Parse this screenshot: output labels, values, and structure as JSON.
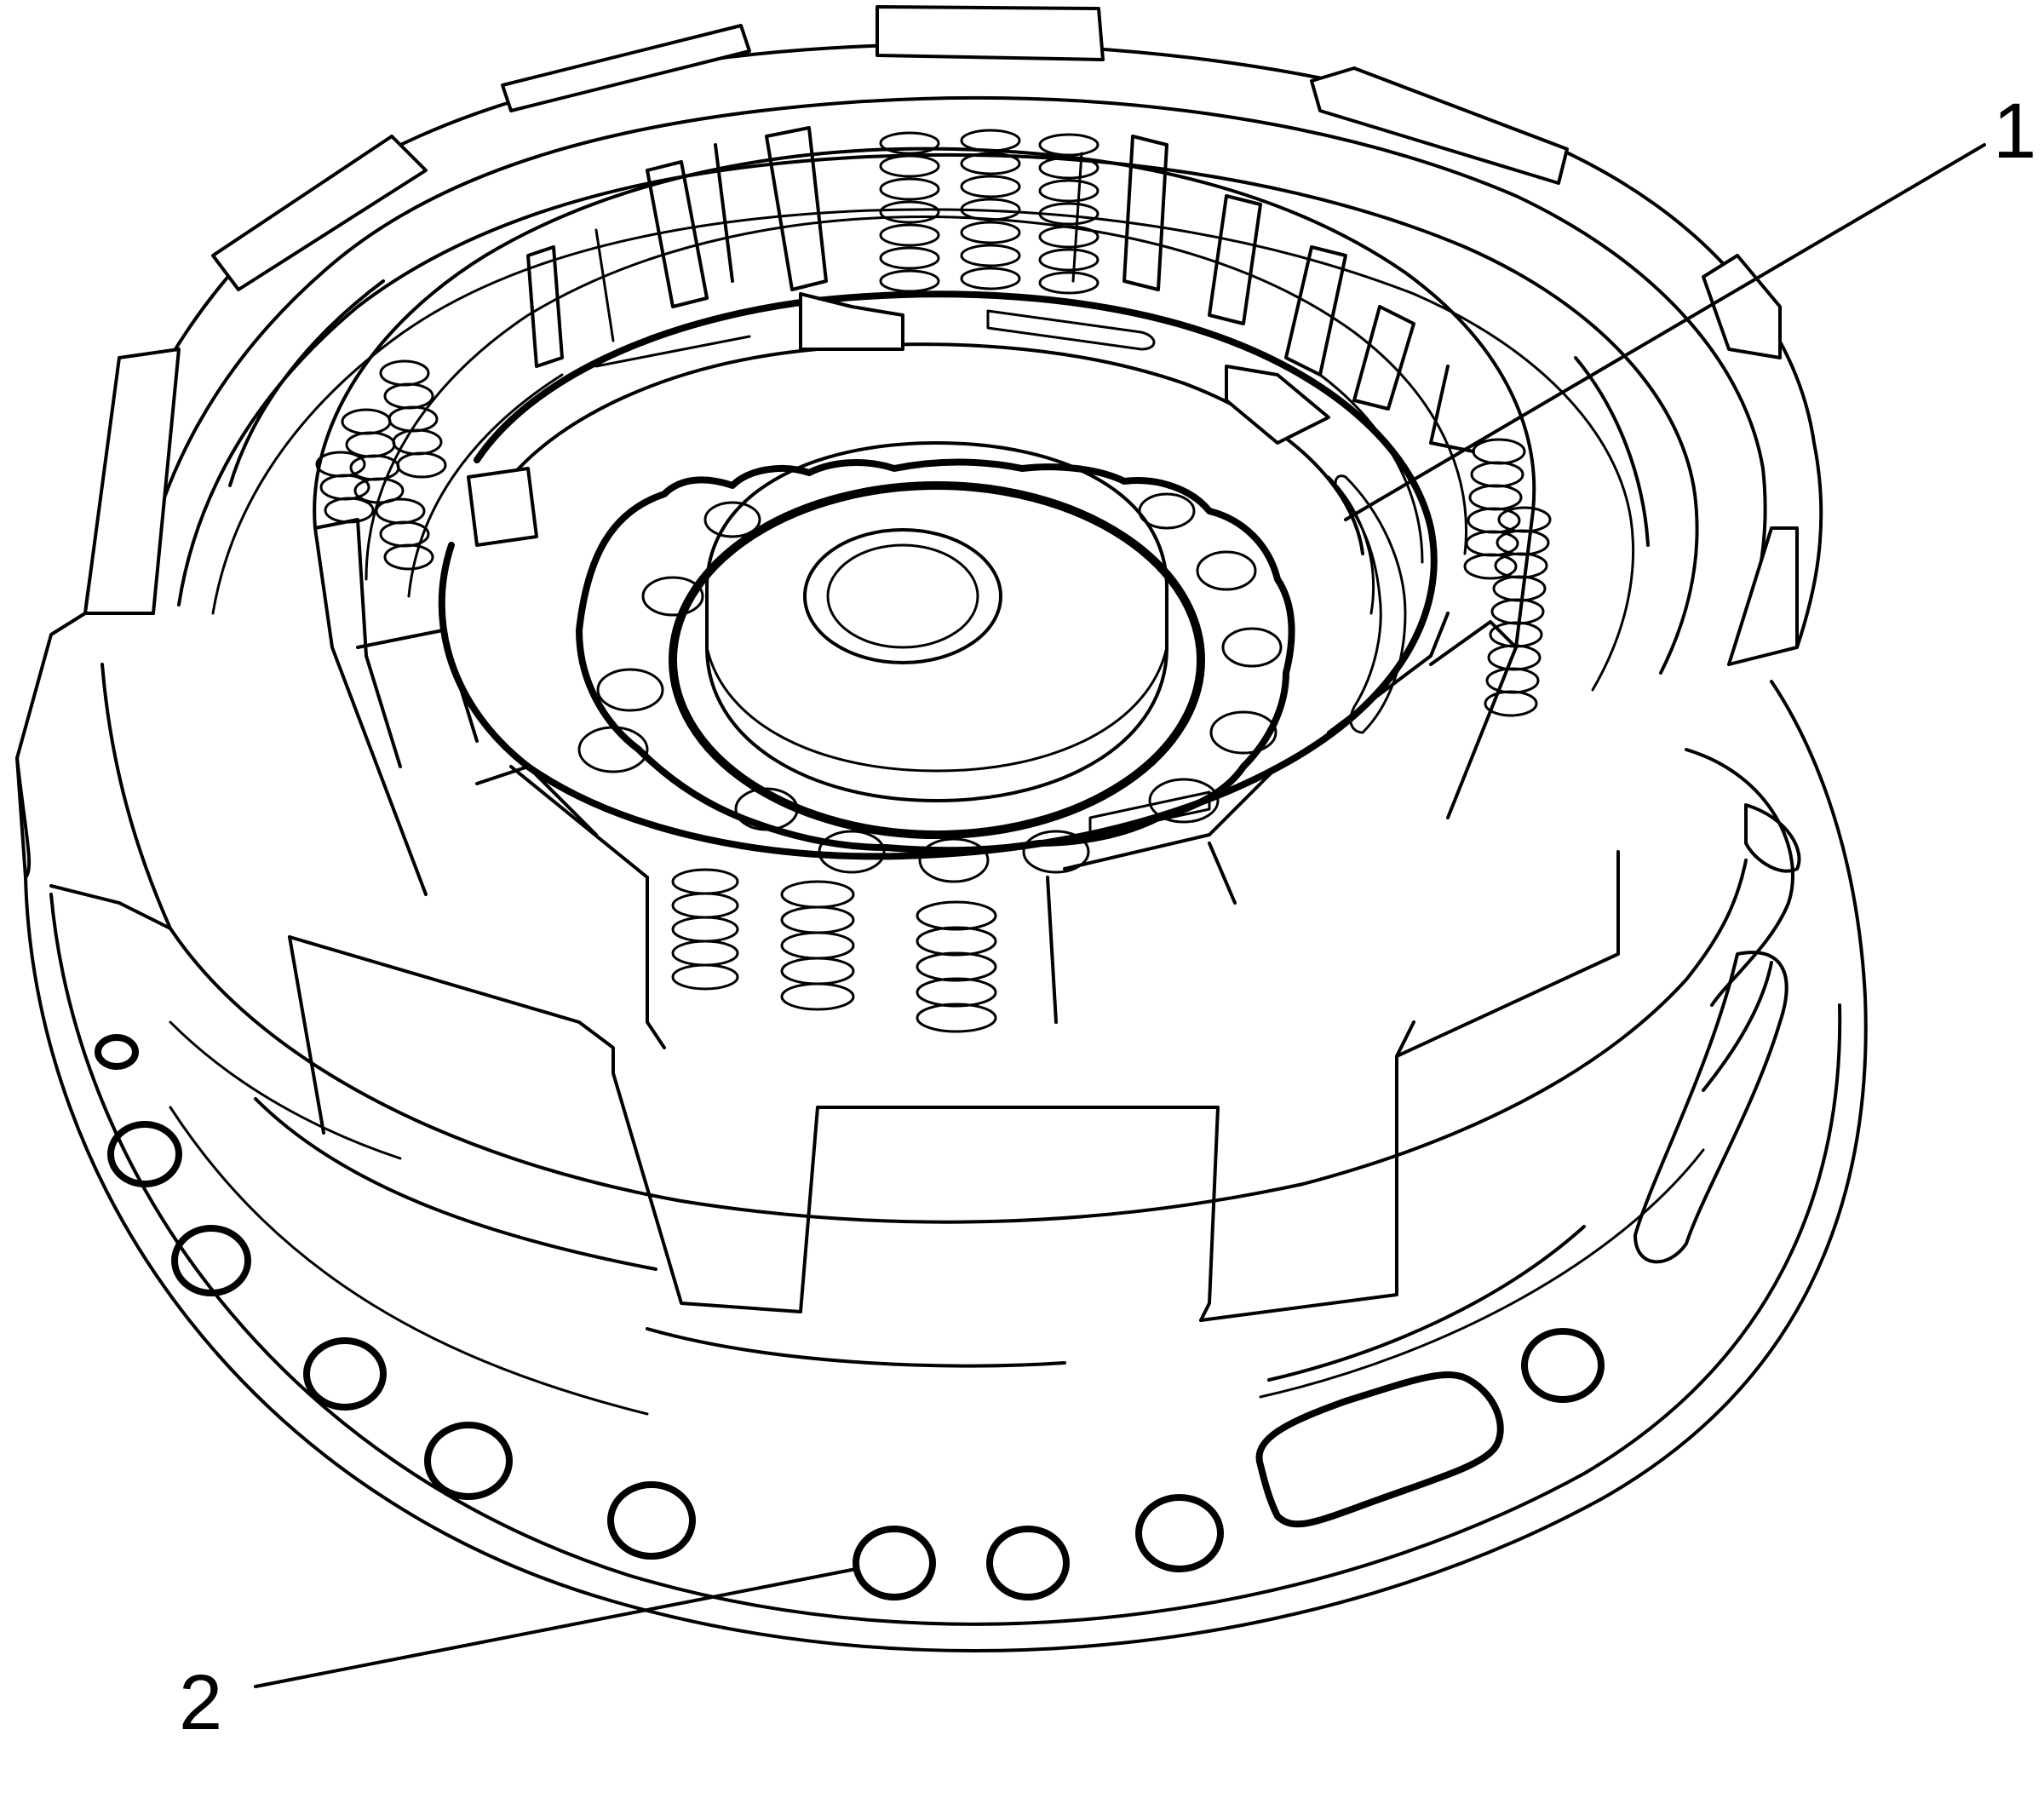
{
  "diagram": {
    "callouts": [
      {
        "label": "1",
        "target": "clutch-piston-seal-inner"
      },
      {
        "label": "2",
        "target": "fluid-passage-seal-ring"
      }
    ]
  },
  "colors": {
    "ink": "#000000",
    "background": "#ffffff"
  }
}
